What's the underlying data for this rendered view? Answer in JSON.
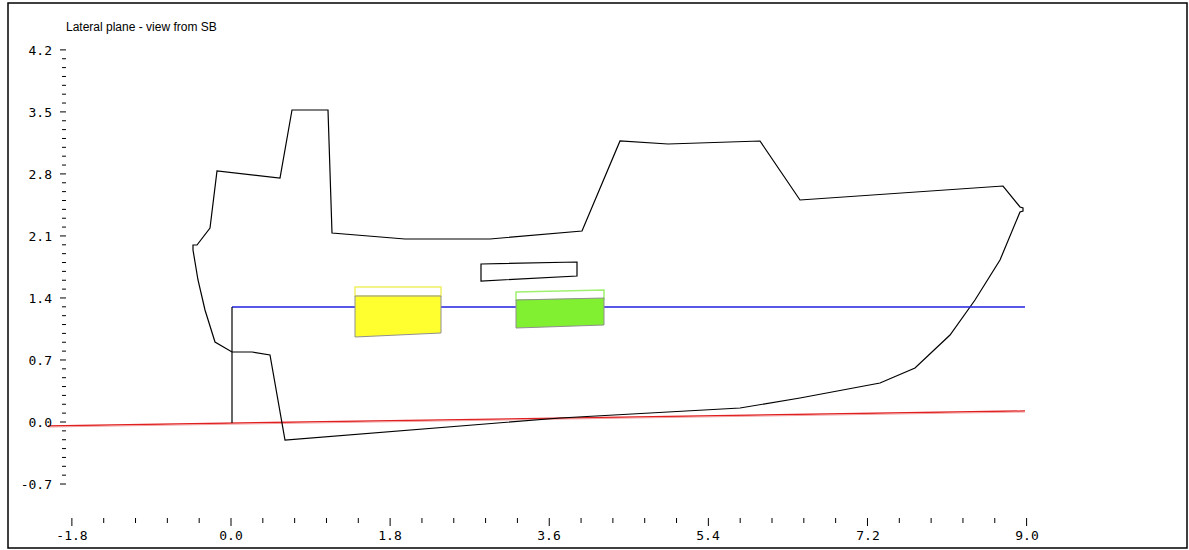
{
  "diagram": {
    "title": "Lateral plane - view from SB",
    "labels": [
      "4.2",
      "3.5",
      "2.8",
      "2.1",
      "1.4",
      "0.7",
      "0.0",
      "-0.7",
      "-1.8",
      "0.0",
      "1.8",
      "3.6",
      "5.4",
      "7.2",
      "9.0"
    ]
  }
}
